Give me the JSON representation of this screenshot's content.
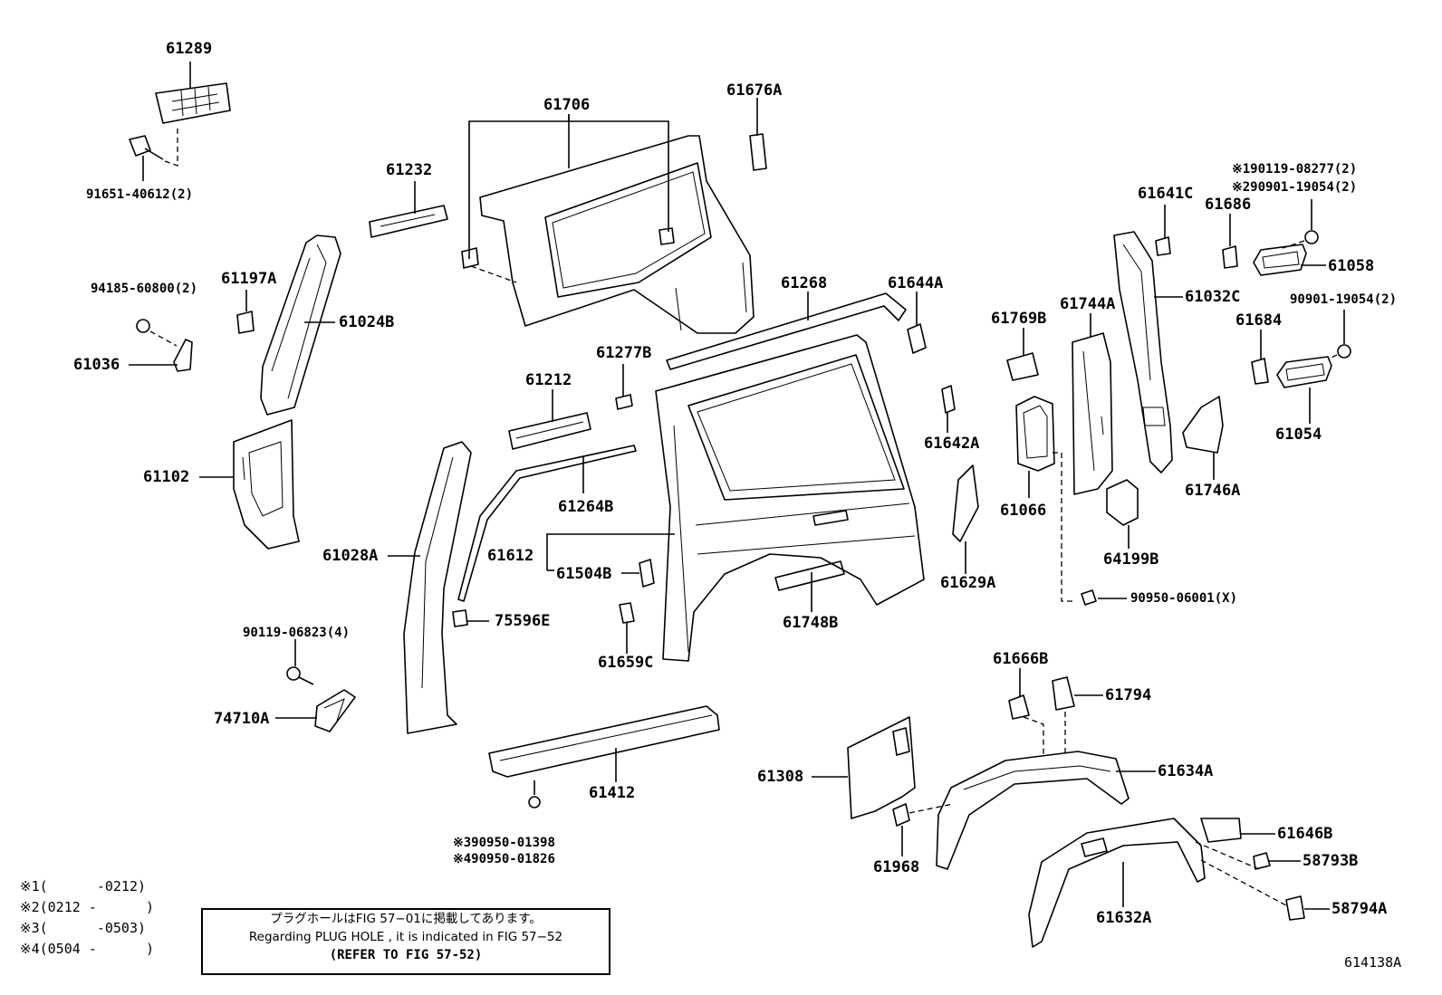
{
  "labels": {
    "p61289": "61289",
    "p91651": "91651-40612(2)",
    "p61706": "61706",
    "p61676A": "61676A",
    "p61232": "61232",
    "p94185": "94185-60800(2)",
    "p61197A": "61197A",
    "p61024B": "61024B",
    "p61036": "61036",
    "p61102": "61102",
    "p61268": "61268",
    "p61644A": "61644A",
    "p61277B": "61277B",
    "p61212": "61212",
    "p61264B": "61264B",
    "p61612": "61612",
    "p61504B": "61504B",
    "p61028A": "61028A",
    "p75596E": "75596E",
    "p61659C": "61659C",
    "p61748B": "61748B",
    "p90119_06823": "90119-06823(4)",
    "p74710A": "74710A",
    "p61412": "61412",
    "p90950_01398": "※390950-01398",
    "p90950_01826": "※490950-01826",
    "p61308": "61308",
    "p61968": "61968",
    "p61666B": "61666B",
    "p61794": "61794",
    "p61634A": "61634A",
    "p61632A": "61632A",
    "p61646B": "61646B",
    "p58793B": "58793B",
    "p58794A": "58794A",
    "p61642A": "61642A",
    "p61629A": "61629A",
    "p61769B": "61769B",
    "p61744A": "61744A",
    "p61066": "61066",
    "p64199B": "64199B",
    "p90950_06001": "90950-06001(X)",
    "p61641C": "61641C",
    "p61686": "61686",
    "p61032C": "61032C",
    "p61746A": "61746A",
    "p90119_08277": "※190119-08277(2)",
    "p90901_19054a": "※290901-19054(2)",
    "p61058": "61058",
    "p90901_19054b": "90901-19054(2)",
    "p61684": "61684",
    "p61054": "61054"
  },
  "footnotes": [
    "※1(      -0212)",
    "※2(0212 -      )",
    "※3(      -0503)",
    "※4(0504 -      )"
  ],
  "notebox": {
    "line1": "プラグホールはFIG 57−01に掲載してあります。",
    "line2": "Regarding  PLUG  HOLE , it is indicated in FIG  57−52",
    "line3": "(REFER TO FIG 57-52)"
  },
  "figure_id": "614138A"
}
